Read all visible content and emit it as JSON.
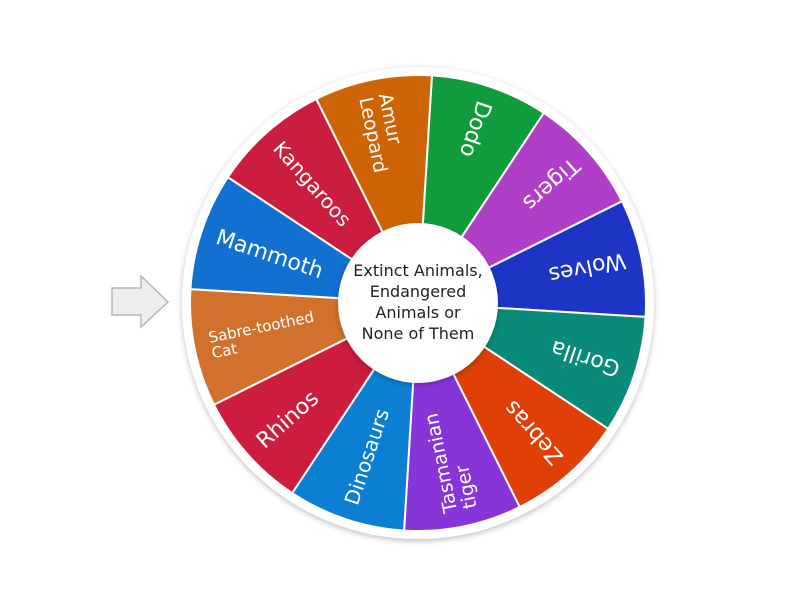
{
  "wheel": {
    "center_title_lines": [
      "Extinct Animals,",
      "Endangered",
      "Animals or",
      "None of Them"
    ],
    "segments": [
      {
        "label_lines": [
          "Dodo"
        ],
        "color": "#109c3c"
      },
      {
        "label_lines": [
          "Tigers"
        ],
        "color": "#b03fc8"
      },
      {
        "label_lines": [
          "Wolves"
        ],
        "color": "#1c35c4"
      },
      {
        "label_lines": [
          "Gorilla"
        ],
        "color": "#0a8a78"
      },
      {
        "label_lines": [
          "Zebras"
        ],
        "color": "#e03f07"
      },
      {
        "label_lines": [
          "Tasmanian",
          "tiger"
        ],
        "color": "#8734d9"
      },
      {
        "label_lines": [
          "Dinosaurs"
        ],
        "color": "#0d7fd3"
      },
      {
        "label_lines": [
          "Rhinos"
        ],
        "color": "#cc1d3e"
      },
      {
        "label_lines": [
          "Sabre-toothed",
          "Cat"
        ],
        "color": "#d2712b"
      },
      {
        "label_lines": [
          "Mammoth"
        ],
        "color": "#1170d0"
      },
      {
        "label_lines": [
          "Kangaroos"
        ],
        "color": "#cb1d3e"
      },
      {
        "label_lines": [
          "Amur",
          "Leopard"
        ],
        "color": "#cf6407"
      }
    ]
  },
  "pointer": {
    "icon": "arrow-right-icon",
    "fill": "#eeeeee",
    "stroke": "#b5b5b5"
  }
}
